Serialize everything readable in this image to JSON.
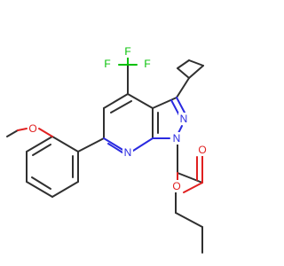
{
  "molecule": {
    "atoms": [
      {
        "id": "F1",
        "label": "F",
        "color": "#00c000"
      },
      {
        "id": "F2",
        "label": "F",
        "color": "#00c000"
      },
      {
        "id": "F3",
        "label": "F",
        "color": "#00c000"
      },
      {
        "id": "O_methoxy",
        "label": "O",
        "color": "#e02020"
      },
      {
        "id": "N_pyridine",
        "label": "N",
        "color": "#2a2ae0"
      },
      {
        "id": "N_pyrazole_2",
        "label": "N",
        "color": "#2a2ae0"
      },
      {
        "id": "N_pyrazole_1",
        "label": "N",
        "color": "#2a2ae0"
      },
      {
        "id": "O_carbonyl",
        "label": "O",
        "color": "#e02020"
      },
      {
        "id": "O_ester",
        "label": "O",
        "color": "#e02020"
      }
    ],
    "colors": {
      "carbon_bond": "#303030",
      "nitrogen": "#2a2ae0",
      "oxygen": "#e02020",
      "fluorine": "#00c000"
    }
  }
}
